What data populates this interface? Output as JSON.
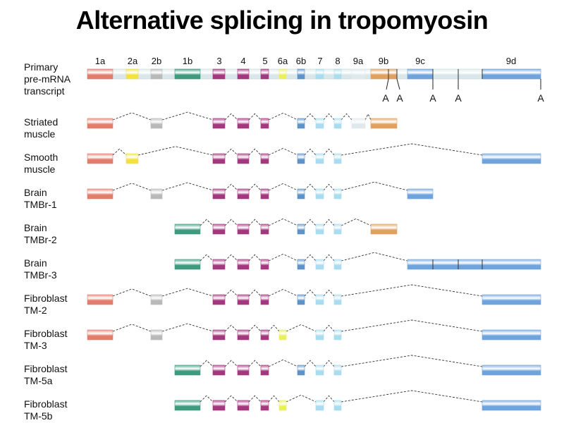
{
  "title": "Alternative splicing in tropomyosin",
  "colors": {
    "1a": "#e27d6c",
    "2a": "#f2e23a",
    "2b": "#b9b9b9",
    "1b": "#3f9a7e",
    "3": "#a3387e",
    "4": "#a3387e",
    "5": "#a3387e",
    "6a": "#eaf05a",
    "6b": "#5d93c9",
    "7": "#a9dcee",
    "8": "#a9dcee",
    "9a": "#dfe9ec",
    "9b": "#e0a05e",
    "9c": "#6fa3db",
    "9d": "#6fa3db",
    "intron": "#d9e7ea"
  },
  "exon_labels": [
    "1a",
    "2a",
    "2b",
    "1b",
    "3",
    "4",
    "5",
    "6a",
    "6b",
    "7",
    "8",
    "9a",
    "9b",
    "9c",
    "9d"
  ],
  "polyA_label": "A",
  "polyA_count": 5,
  "rows": [
    {
      "label": [
        "Primary",
        "pre-mRNA",
        "transcript"
      ],
      "primary": true
    },
    {
      "label": [
        "Striated",
        "muscle"
      ],
      "exons": [
        "1a",
        "2b",
        "3",
        "4",
        "5",
        "6b",
        "7",
        "8",
        "9a",
        "9b"
      ]
    },
    {
      "label": [
        "Smooth",
        "muscle"
      ],
      "exons": [
        "1a",
        "2a",
        "3",
        "4",
        "5",
        "6b",
        "7",
        "8",
        "9d"
      ]
    },
    {
      "label": [
        "Brain",
        "TMBr-1"
      ],
      "exons": [
        "1a",
        "2b",
        "3",
        "4",
        "5",
        "6b",
        "7",
        "8",
        "9c"
      ]
    },
    {
      "label": [
        "Brain",
        "TMBr-2"
      ],
      "exons": [
        "1b",
        "3",
        "4",
        "5",
        "6b",
        "7",
        "8",
        "9b"
      ]
    },
    {
      "label": [
        "Brain",
        "TMBr-3"
      ],
      "exons": [
        "1b",
        "3",
        "4",
        "5",
        "6b",
        "7",
        "8",
        "9c9d"
      ]
    },
    {
      "label": [
        "Fibroblast",
        "TM-2"
      ],
      "exons": [
        "1a",
        "2b",
        "3",
        "4",
        "5",
        "6b",
        "7",
        "8",
        "9d"
      ]
    },
    {
      "label": [
        "Fibroblast",
        "TM-3"
      ],
      "exons": [
        "1a",
        "2b",
        "3",
        "4",
        "5",
        "6a",
        "7",
        "8",
        "9d"
      ]
    },
    {
      "label": [
        "Fibroblast",
        "TM-5a"
      ],
      "exons": [
        "1b",
        "3",
        "4",
        "5",
        "6b",
        "7",
        "8",
        "9d"
      ]
    },
    {
      "label": [
        "Fibroblast",
        "TM-5b"
      ],
      "exons": [
        "1b",
        "3",
        "4",
        "5",
        "6a",
        "7",
        "8",
        "9d"
      ]
    }
  ]
}
